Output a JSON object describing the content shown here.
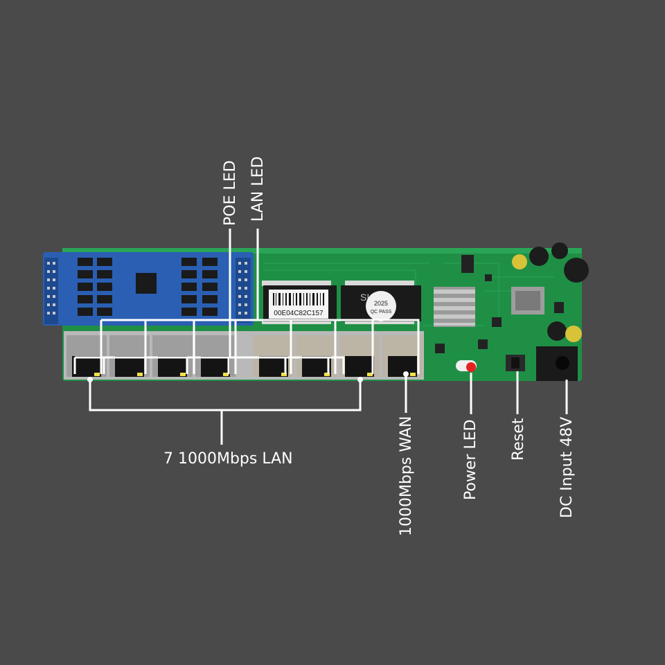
{
  "colors": {
    "background": "#4a4a4a",
    "pcb_green": "#1f8f46",
    "poe_board_blue": "#2a5fb3",
    "callout_line": "#ffffff",
    "power_led": "#e3231f"
  },
  "board": {
    "mac_sticker": "00E04C82C157",
    "chip_text": "SIO18",
    "chip_year": "2025",
    "chip_pass": "QC PASS"
  },
  "callouts": {
    "poe_led": "POE LED",
    "lan_led": "LAN LED",
    "lan_ports": "7  1000Mbps  LAN",
    "wan_port": "1000Mbps  WAN",
    "power_led": "Power  LED",
    "reset": "Reset",
    "dc_input": "DC  Input 48V"
  }
}
